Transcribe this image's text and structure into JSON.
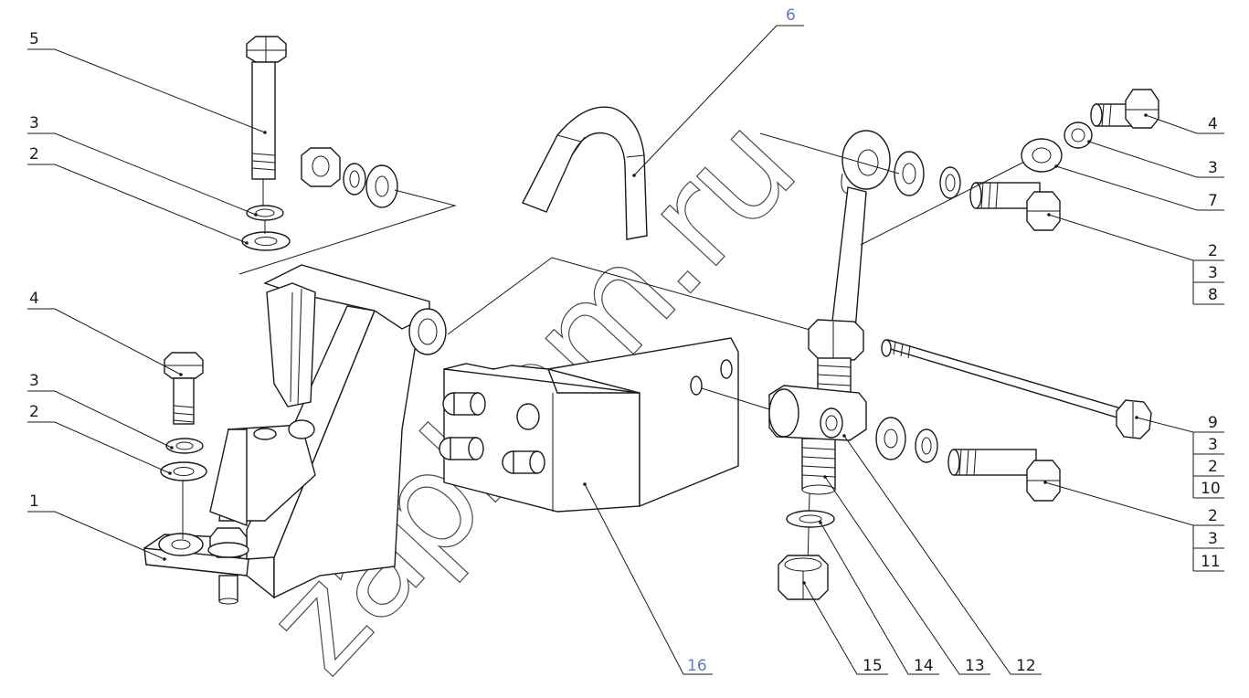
{
  "watermark": "zapkam.ru",
  "labels": {
    "l5": "5",
    "l3a": "3",
    "l2a": "2",
    "l4a": "4",
    "l3b": "3",
    "l2b": "2",
    "l1": "1",
    "l6": "6",
    "l16": "16",
    "l4b": "4",
    "l3c": "3",
    "l7": "7",
    "g1a": "2",
    "g1b": "3",
    "g1c": "8",
    "l9": "9",
    "g2a": "3",
    "g2b": "2",
    "g2c": "10",
    "g3a": "2",
    "g3b": "3",
    "g3c": "11",
    "l15": "15",
    "l14": "14",
    "l13": "13",
    "l12": "12"
  },
  "colors": {
    "line": "#1a1a1a",
    "accent_label": "#5a80b8"
  }
}
